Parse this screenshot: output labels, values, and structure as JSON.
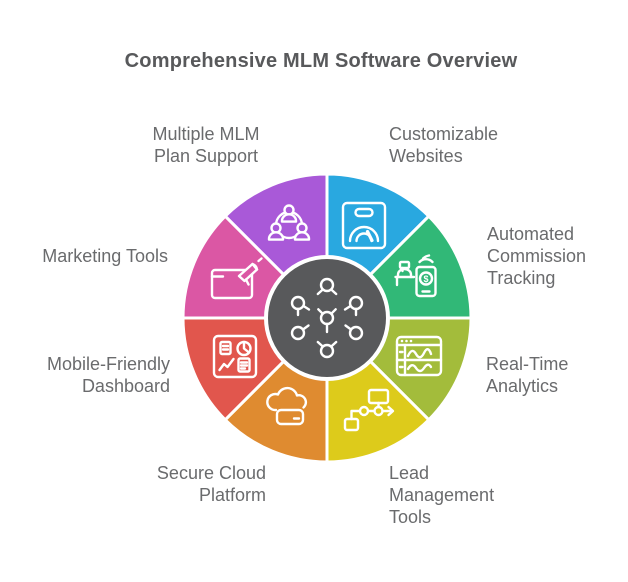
{
  "title": "Comprehensive MLM Software Overview",
  "background_color": "#ffffff",
  "text_colors": {
    "title": "#58595b",
    "labels": "#6a6b6d"
  },
  "center": {
    "color": "#58595b",
    "icon": "network-people-nodes-icon"
  },
  "segments": [
    {
      "name": "Multiple MLM Plan Support",
      "color": "#a959d8",
      "icon": "people-network-icon",
      "label_lines": [
        "Multiple MLM",
        "Plan Support"
      ]
    },
    {
      "name": "Customizable Websites",
      "color": "#29a8e0",
      "icon": "website-gauge-icon",
      "label_lines": [
        "Customizable",
        "Websites"
      ]
    },
    {
      "name": "Automated Commission Tracking",
      "color": "#31b877",
      "icon": "register-phone-icon",
      "glyph": "$",
      "label_lines": [
        "Automated",
        "Commission",
        "Tracking"
      ]
    },
    {
      "name": "Real-Time Analytics",
      "color": "#a3bc3b",
      "icon": "analytics-window-icon",
      "label_lines": [
        "Real-Time",
        "Analytics"
      ]
    },
    {
      "name": "Lead Management Tools",
      "color": "#ddcb1b",
      "icon": "flowchart-icon",
      "label_lines": [
        "Lead",
        "Management",
        "Tools"
      ]
    },
    {
      "name": "Secure Cloud Platform",
      "color": "#df8b30",
      "icon": "cloud-server-icon",
      "label_lines": [
        "Secure Cloud",
        "Platform"
      ]
    },
    {
      "name": "Mobile-Friendly Dashboard",
      "color": "#e1564d",
      "icon": "dashboard-widgets-icon",
      "label_lines": [
        "Mobile-Friendly",
        "Dashboard"
      ]
    },
    {
      "name": "Marketing Tools",
      "color": "#db57a4",
      "icon": "megaphone-window-icon",
      "label_lines": [
        "Marketing Tools"
      ]
    }
  ]
}
